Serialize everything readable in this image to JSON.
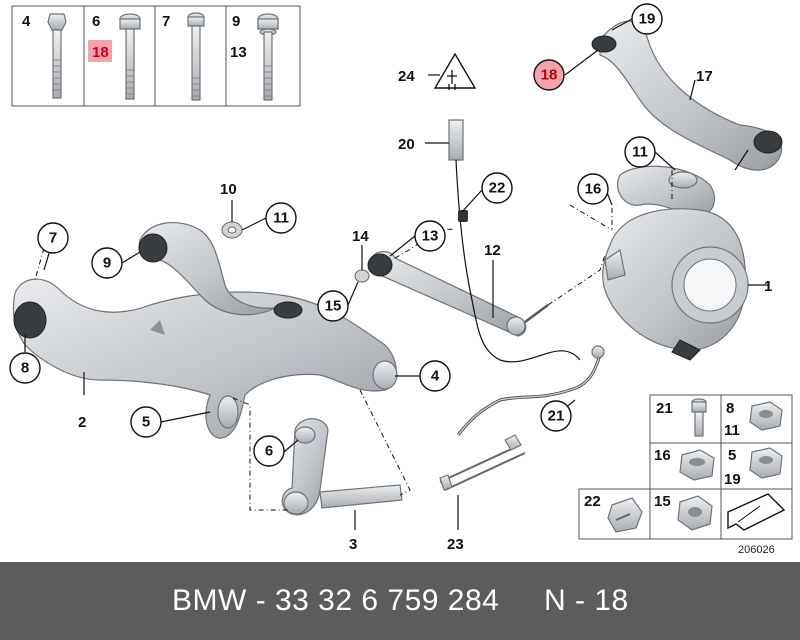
{
  "footer": {
    "left": "BMW - 33 32 6 759 284",
    "right": "N - 18"
  },
  "drawing_number": "206026",
  "bolt_panel": {
    "cells": [
      {
        "top": "4",
        "bottom": "",
        "highlight": false
      },
      {
        "top": "6",
        "bottom": "18",
        "highlight": true
      },
      {
        "top": "7",
        "bottom": "",
        "highlight": false
      },
      {
        "top": "9",
        "bottom": "13",
        "highlight": false
      }
    ]
  },
  "small_parts_panel": {
    "rows": [
      [
        {
          "a": "21",
          "b": ""
        },
        {
          "a": "8",
          "b": "11"
        }
      ],
      [
        {
          "a": "16",
          "b": ""
        },
        {
          "a": "5",
          "b": "19"
        }
      ],
      [
        {
          "a": "22",
          "b": ""
        },
        {
          "a": "15",
          "b": ""
        }
      ]
    ]
  },
  "callouts": {
    "c19": "19",
    "c18": "18",
    "c17": "17",
    "c24": "24",
    "c20": "20",
    "c22": "22",
    "c11a": "11",
    "c16": "16",
    "c10": "10",
    "c11b": "11",
    "c7": "7",
    "c9": "9",
    "c14": "14",
    "c13": "13",
    "c12": "12",
    "c1": "1",
    "c15": "15",
    "c8": "8",
    "c4": "4",
    "c2": "2",
    "c5": "5",
    "c21": "21",
    "c6": "6",
    "c3": "3",
    "c23": "23"
  },
  "colors": {
    "highlight": "#f4a4a8",
    "highlight_text": "#b00010",
    "footer_bg": "#5c5c5c"
  }
}
